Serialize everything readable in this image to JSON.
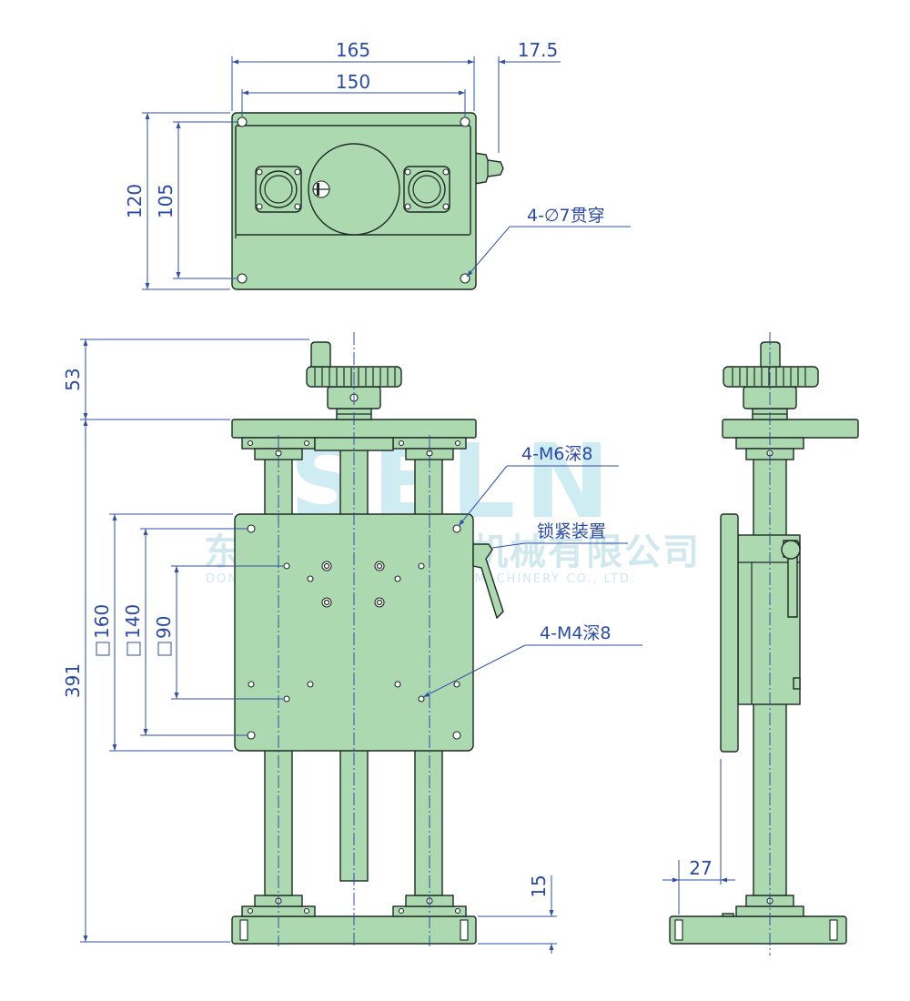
{
  "top_view": {
    "dim_width_outer": "165",
    "dim_width_inner": "150",
    "dim_handle": "17.5",
    "dim_height_outer": "120",
    "dim_height_inner": "105",
    "note_holes": "4-∅7贯穿"
  },
  "front_view": {
    "dim_top": "53",
    "dim_total_height": "391",
    "dim_sq160": "160",
    "dim_sq140": "140",
    "dim_sq90": "90",
    "dim_base": "15",
    "note_m6": "4-M6深8",
    "note_lock": "锁紧装置",
    "note_m4": "4-M4深8"
  },
  "side_view": {
    "dim_offset": "27"
  },
  "watermark": {
    "logo_text": "SELN",
    "company_cn": "东莞市盛菱精密机械有限公司",
    "company_en": "DONGGUAN SHENGLING PRECISION MACHINERY CO., LTD."
  }
}
